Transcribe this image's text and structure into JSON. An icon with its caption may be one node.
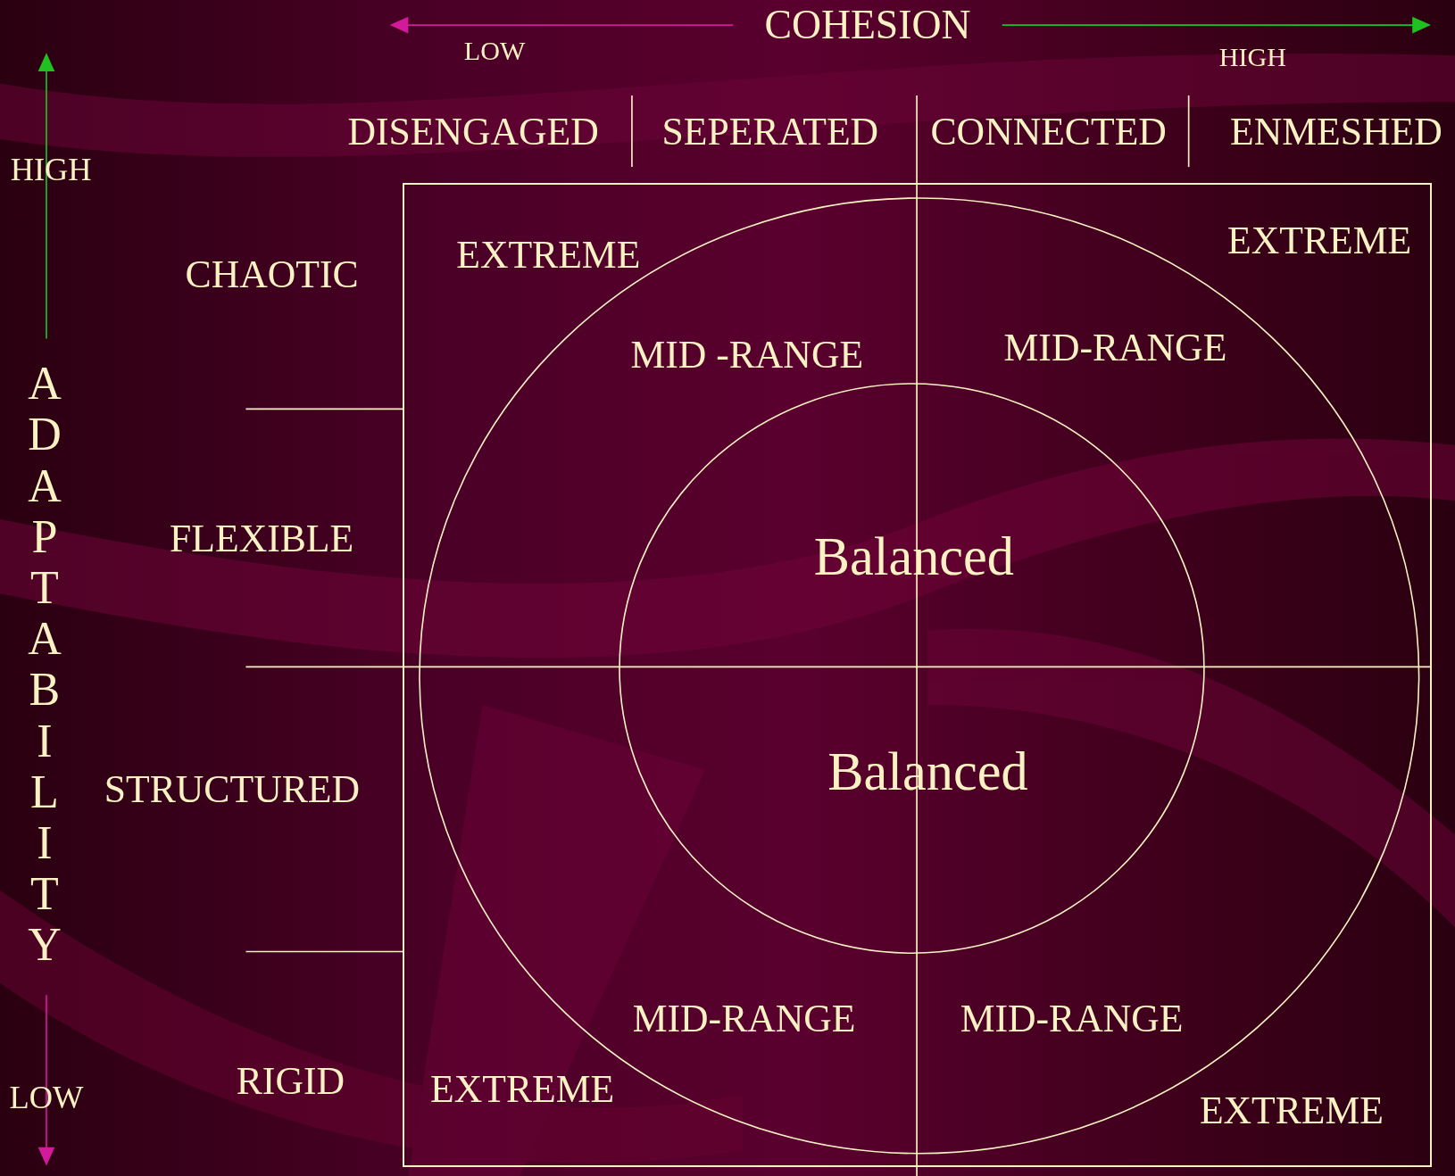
{
  "diagram": {
    "nodes": [
      {
        "text": [
          "EXTREME",
          "EXTREME",
          "EXTREME",
          "EXTREME"
        ]
      },
      {
        "text": [
          "MID -RANGE",
          "MID-RANGE",
          "MID-RANGE",
          "MID-RANGE"
        ],
        "in": 0
      },
      {
        "text": [
          "Balanced",
          "Balanced"
        ],
        "in": 1
      }
    ],
    "labels": [
      "COHESION",
      "LOW",
      "HIGH",
      "DISENGAGED",
      "SEPERATED",
      "CONNECTED",
      "ENMESHED",
      "HIGH",
      "ADAPTABILITY",
      "CHAOTIC",
      "FLEXIBLE",
      "STRUCTURED",
      "RIGID",
      "LOW"
    ]
  }
}
